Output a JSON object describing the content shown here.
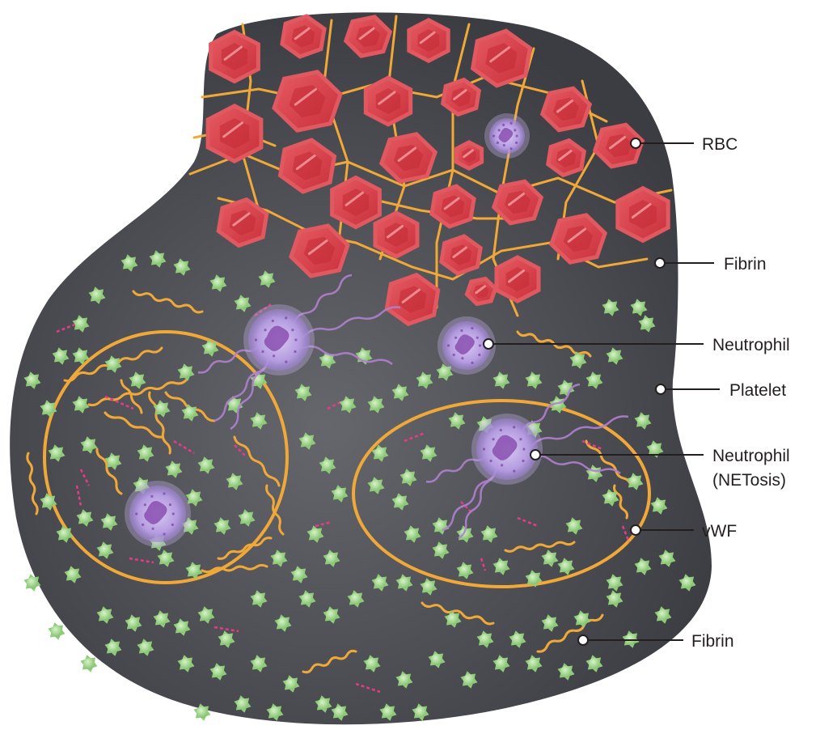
{
  "colors": {
    "background": "#ffffff",
    "clot_body": "#4b4c52",
    "rbc": "#d93a43",
    "rbc_highlight": "#e86a70",
    "fibrin": "#f0a838",
    "platelet": "#a6d98f",
    "neutrophil": "#b9a2e0",
    "nucleus": "#8a4fb0",
    "vwf": "#e83a8a",
    "leader_line": "#231f20"
  },
  "labels": {
    "rbc": "RBC",
    "fibrin_top": "Fibrin",
    "neutrophil": "Neutrophil",
    "platelet": "Platelet",
    "netosis_line1": "Neutrophil",
    "netosis_line2": "(NETosis)",
    "vwf": "vWF",
    "fibrin_bottom": "Fibrin"
  },
  "icons": {
    "rbc": "hexagon-cell-icon",
    "platelet": "spiked-green-sphere-icon",
    "neutrophil": "purple-multilobed-cell-icon",
    "fibrin": "orange-strand-icon",
    "vwf": "pink-dashed-strand-icon"
  }
}
